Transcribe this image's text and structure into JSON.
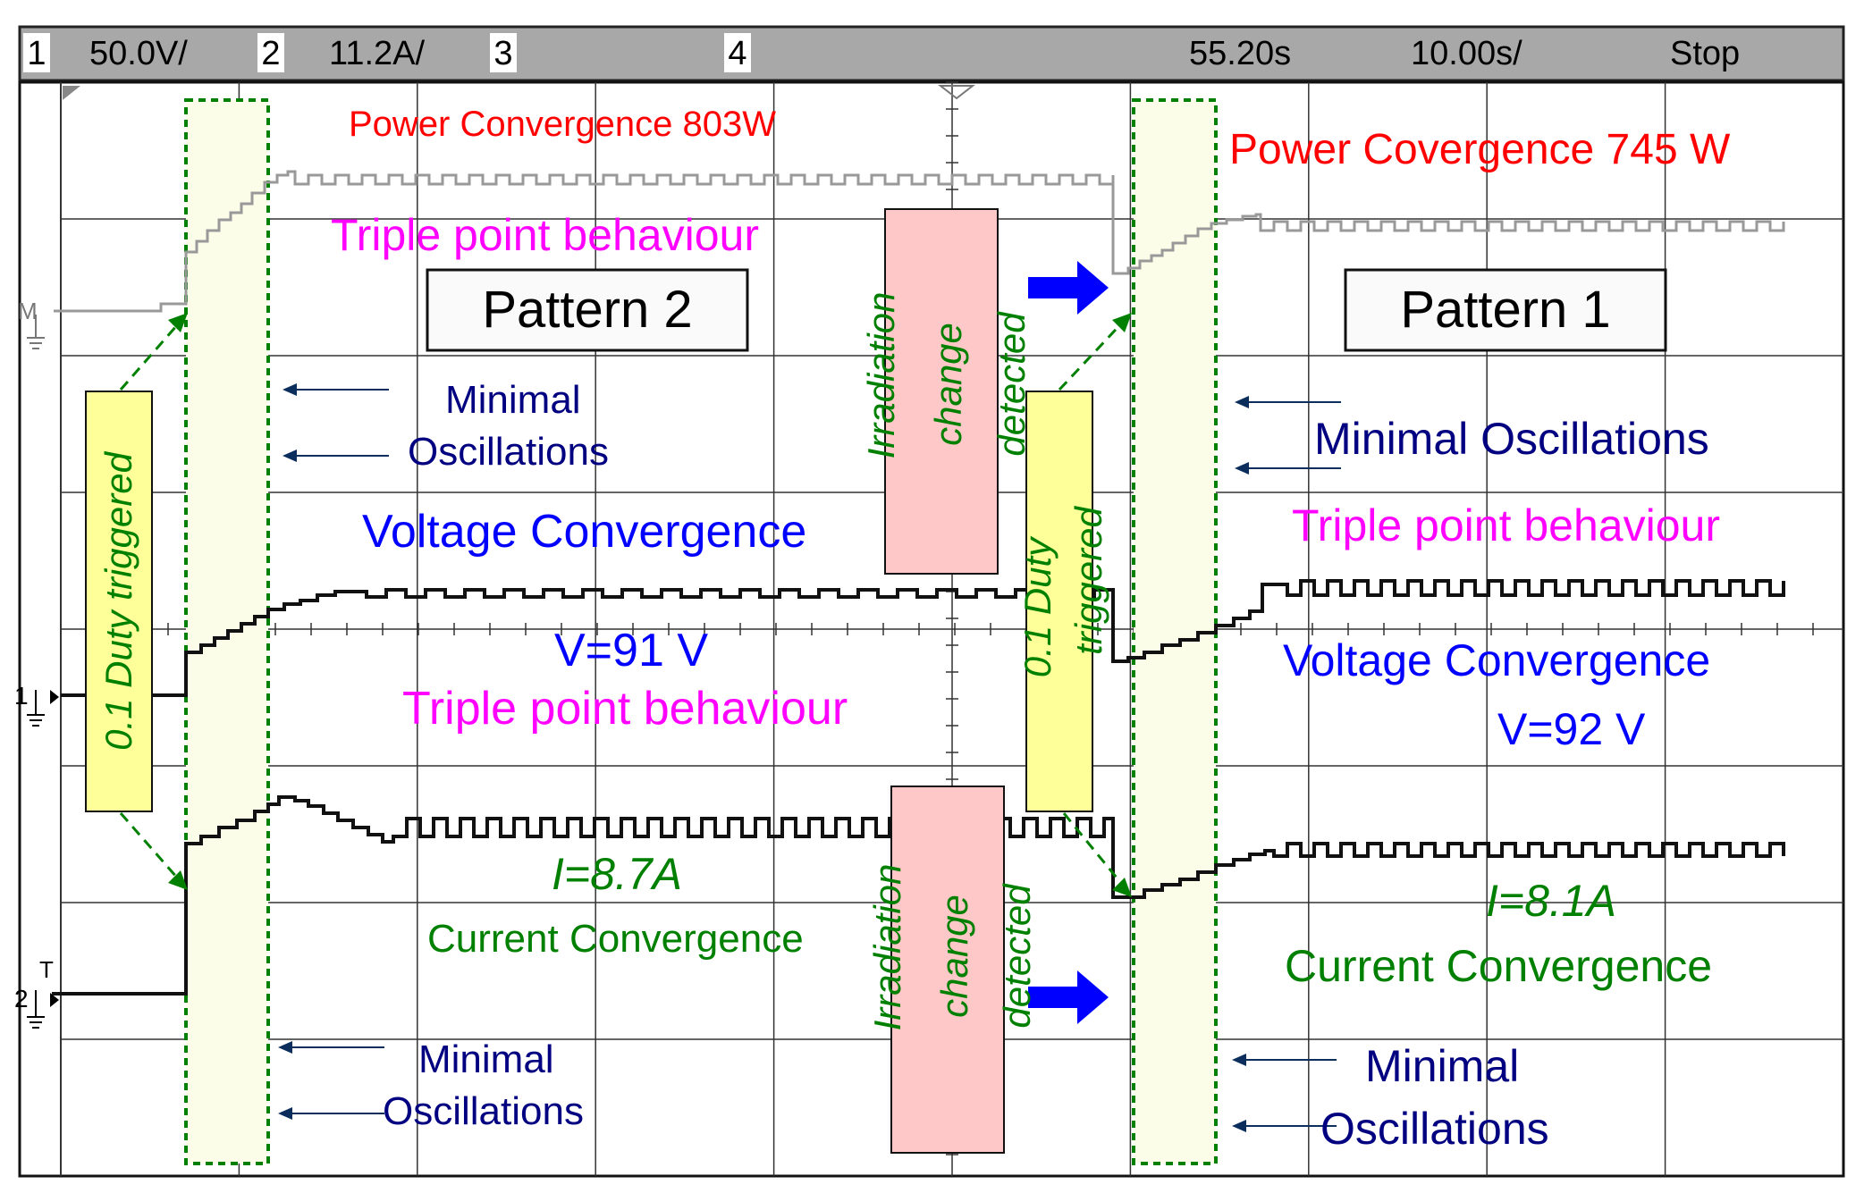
{
  "status_bar": {
    "ch1_num": "1",
    "ch1_scale": "50.0V/",
    "ch2_num": "2",
    "ch2_scale": "11.2A/",
    "ch3_num": "3",
    "ch4_num": "4",
    "trigger_time": "55.20s",
    "timebase": "10.00s/",
    "run_state": "Stop"
  },
  "ground_markers": {
    "m": "M",
    "ch1": "1",
    "ch2": "2",
    "trig": "T"
  },
  "annotations": {
    "power_conv_left": "Power Convergence 803W",
    "power_conv_right": "Power Covergence 745 W",
    "triple_top_left": "Triple point behaviour",
    "triple_mid_left": "Triple point behaviour",
    "triple_right": "Triple point behaviour",
    "pattern_left": "Pattern 2",
    "pattern_right": "Pattern 1",
    "minimal_top_left_1": "Minimal",
    "minimal_top_left_2": "Oscillations",
    "minimal_top_right": "Minimal Oscillations",
    "minimal_bottom_left_1": "Minimal",
    "minimal_bottom_left_2": "Oscillations",
    "minimal_bottom_right_1": "Minimal",
    "minimal_bottom_right_2": "Oscillations",
    "voltage_conv_left": "Voltage Convergence",
    "voltage_conv_right": "Voltage Convergence",
    "v_left": "V=91 V",
    "v_right": "V=92 V",
    "i_left": "I=8.7A",
    "i_right": "I=8.1A",
    "current_conv_left": "Current Convergence",
    "current_conv_right": "Current Convergence",
    "duty_left": "0.1 Duty triggered",
    "duty_right_1": "0.1 Duty",
    "duty_right_2": "triggered",
    "irr_1": "Irradiation",
    "irr_2": "change",
    "irr_3": "detected"
  },
  "colors": {
    "power": "#999999",
    "trace": "#111111",
    "red": "#ff0000",
    "magenta": "#ff00ff",
    "blue": "#0000ff",
    "navy": "#000080",
    "green": "#008000",
    "duty_box": "#ffff99",
    "irr_box": "#ffc8c8",
    "arrow_blue": "#0000ff"
  },
  "chart_data": {
    "type": "line",
    "time_per_division": "10.00s/",
    "series": [
      {
        "channel": "1",
        "scale": "50.0V/",
        "steady_left": 91,
        "steady_right": 92
      },
      {
        "channel": "2",
        "scale": "11.2A/",
        "steady_left": 8.7,
        "steady_right": 8.1
      },
      {
        "steady_left": 803,
        "steady_right": 745
      }
    ]
  }
}
